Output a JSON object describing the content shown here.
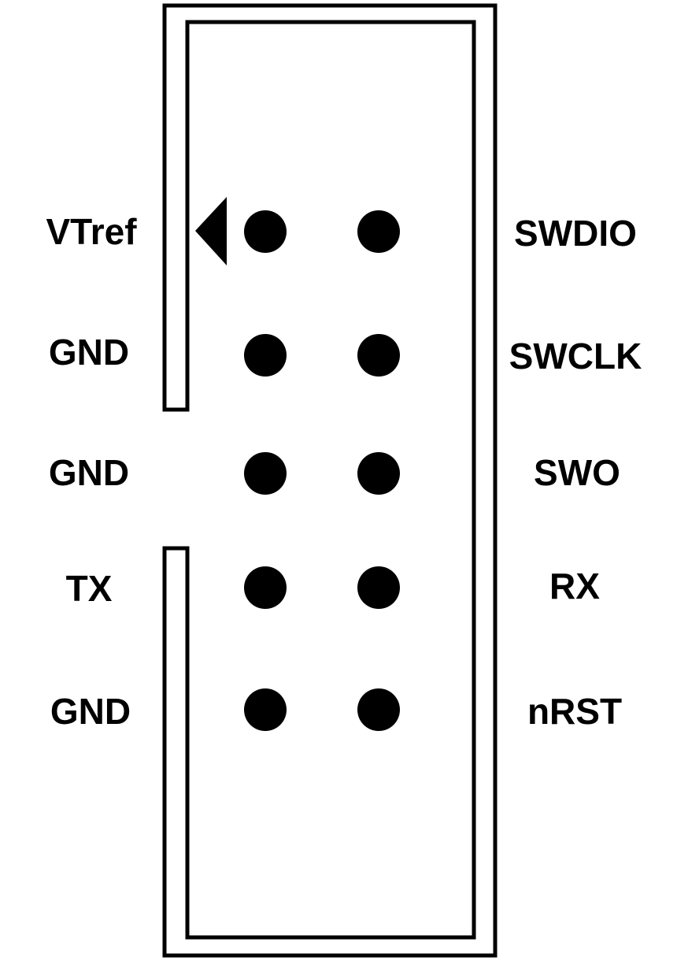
{
  "connector": {
    "left_labels": [
      "VTref",
      "GND",
      "GND",
      "TX",
      "GND"
    ],
    "right_labels": [
      "SWDIO",
      "SWCLK",
      "SWO",
      "RX",
      "nRST"
    ],
    "pin_rows": 5,
    "pin_columns": 2,
    "pin1_marker": "triangle-marker-icon",
    "keyed_notch": true
  },
  "colors": {
    "foreground": "#000000",
    "background": "#ffffff"
  }
}
